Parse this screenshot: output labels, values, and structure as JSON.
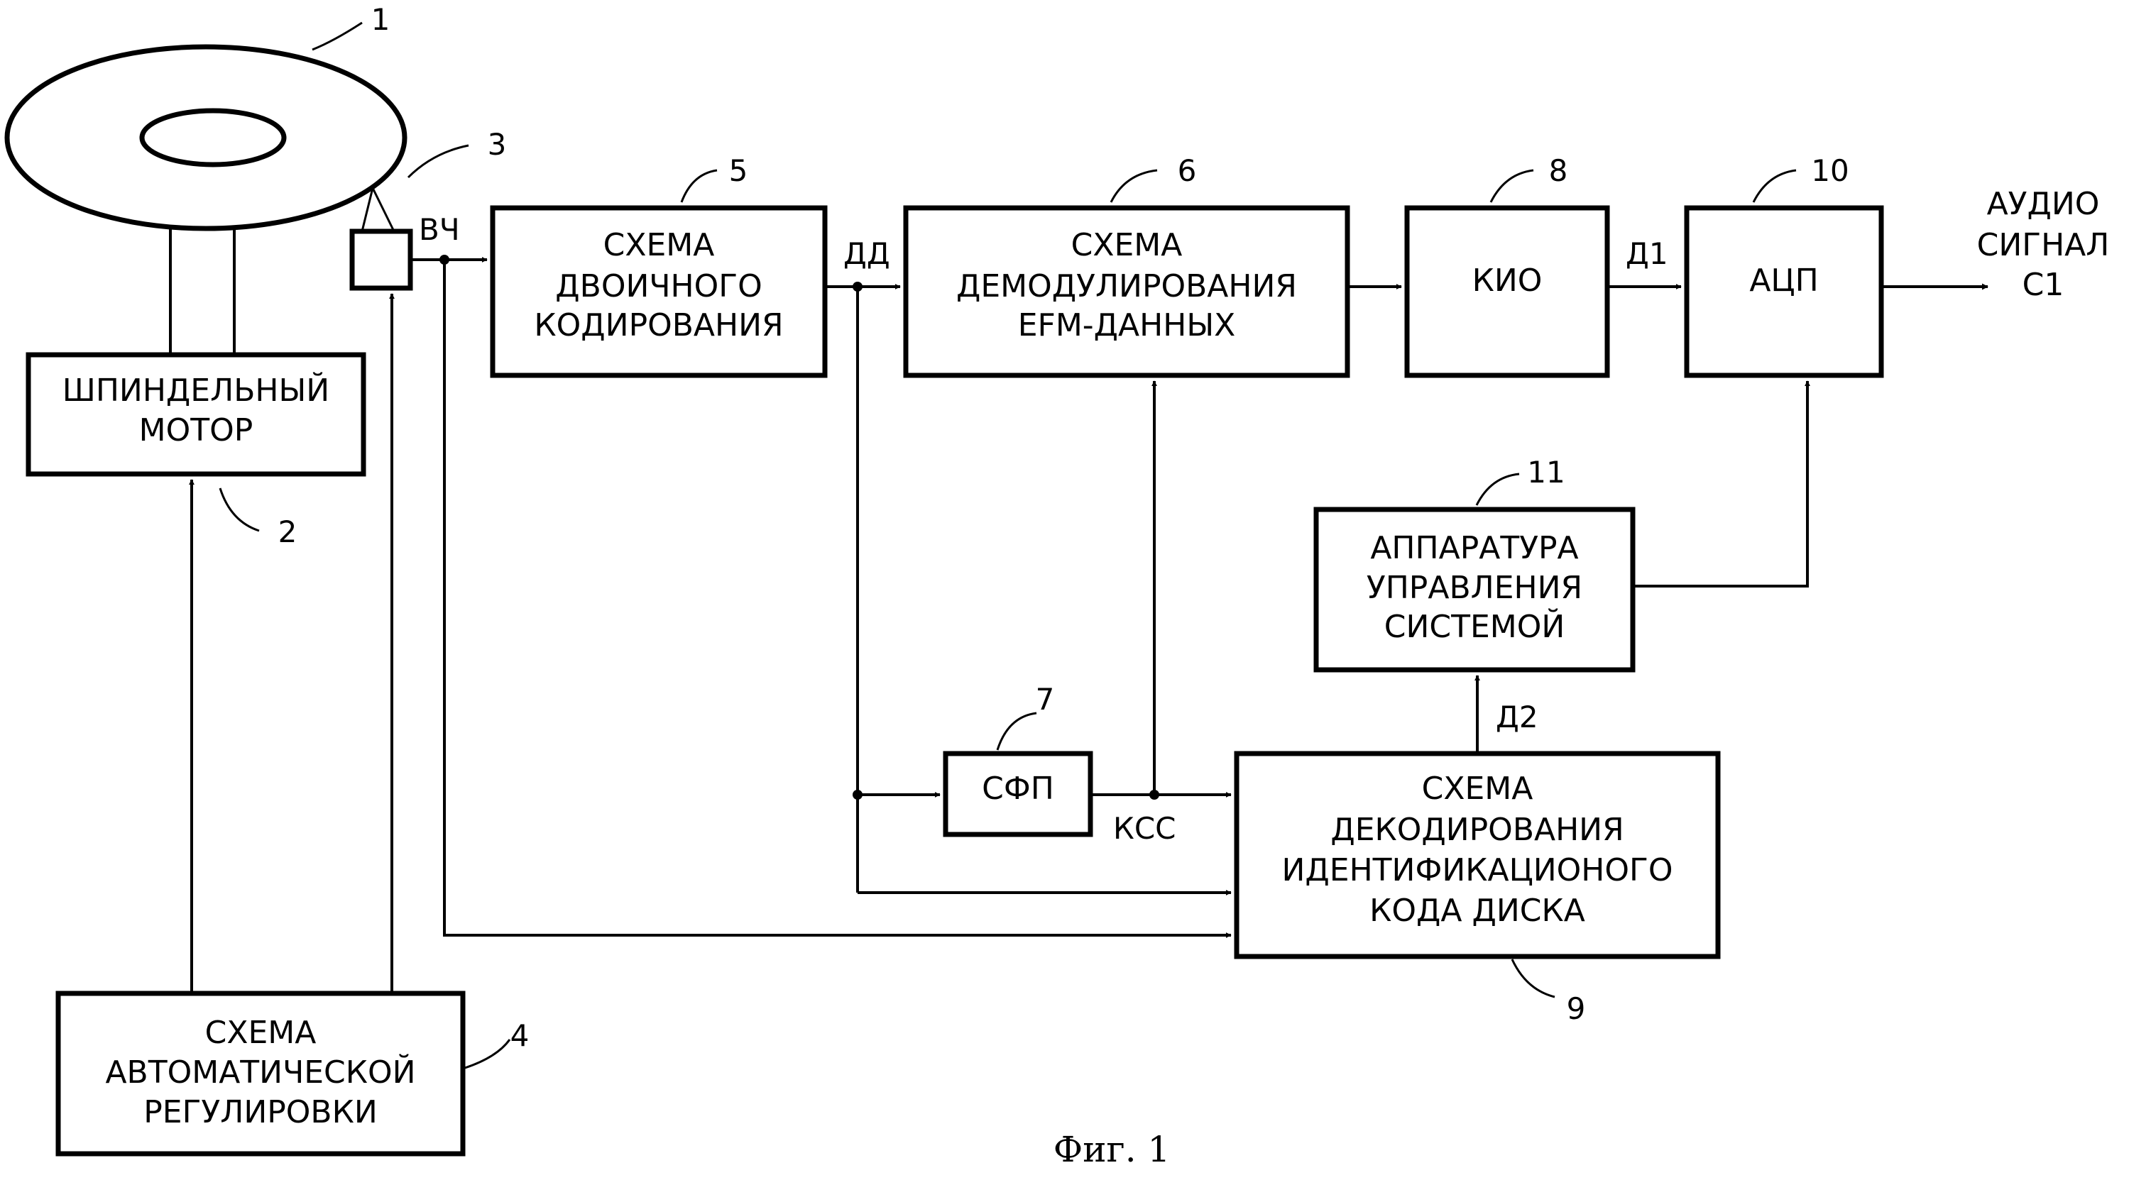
{
  "blocks": {
    "spindle_motor": {
      "number": "2",
      "lines": [
        "ШПИНДЕЛЬНЫЙ",
        "МОТОР"
      ]
    },
    "auto_control": {
      "number": "4",
      "lines": [
        "СХЕМА",
        "АВТОМАТИЧЕСКОЙ",
        "РЕГУЛИРОВКИ"
      ]
    },
    "binary_coding": {
      "number": "5",
      "lines": [
        "СХЕМА",
        "ДВОИЧНОГО",
        "КОДИРОВАНИЯ"
      ]
    },
    "efm_demod": {
      "number": "6",
      "lines": [
        "СХЕМА",
        "ДЕМОДУЛИРОВАНИЯ",
        "EFM-ДАННЫХ"
      ]
    },
    "sfp": {
      "number": "7",
      "lines": [
        "СФП"
      ]
    },
    "kio": {
      "number": "8",
      "lines": [
        "КИО"
      ]
    },
    "id_decoder": {
      "number": "9",
      "lines": [
        "СХЕМА",
        "ДЕКОДИРОВАНИЯ",
        "ИДЕНТИФИКАЦИОНОГО",
        "КОДА ДИСКА"
      ]
    },
    "adc": {
      "number": "10",
      "lines": [
        "АЦП"
      ]
    },
    "system_control": {
      "number": "11",
      "lines": [
        "АППАРАТУРА",
        "УПРАВЛЕНИЯ",
        "СИСТЕМОЙ"
      ]
    }
  },
  "disc_number": "1",
  "pickup_number": "3",
  "signals": {
    "rf": "ВЧ",
    "dd": "ДД",
    "kss": "КСС",
    "d1": "Д1",
    "d2": "Д2",
    "audio_lines": [
      "АУДИО",
      "СИГНАЛ",
      "С1"
    ]
  },
  "caption": "Фиг. 1"
}
